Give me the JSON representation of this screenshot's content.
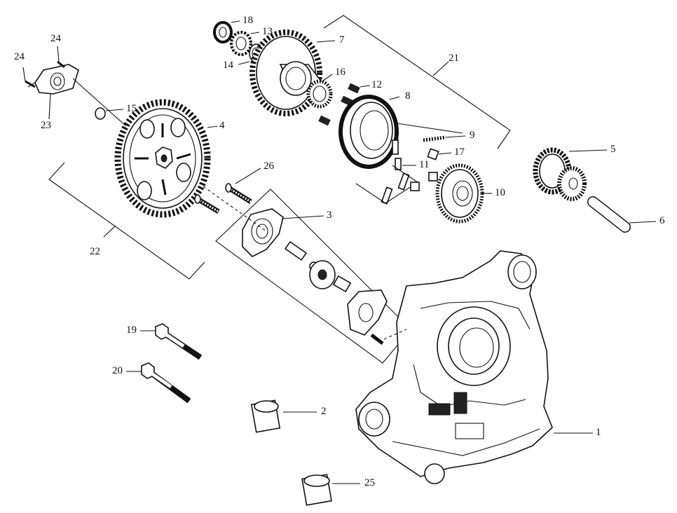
{
  "diagram": {
    "title": "Left crankcase / starter clutch exploded view",
    "labels": {
      "p1": "1",
      "p2": "2",
      "p3": "3",
      "p4": "4",
      "p5": "5",
      "p6": "6",
      "p7": "7",
      "p8": "8",
      "p9": "9",
      "p10": "10",
      "p11": "11",
      "p12": "12",
      "p13": "13",
      "p14": "14",
      "p15": "15",
      "p16": "16",
      "p17": "17",
      "p18": "18",
      "p19": "19",
      "p20": "20",
      "p21": "21",
      "p22": "22",
      "p23": "23",
      "p24a": "24",
      "p24b": "24",
      "p25": "25",
      "p26": "26"
    }
  }
}
